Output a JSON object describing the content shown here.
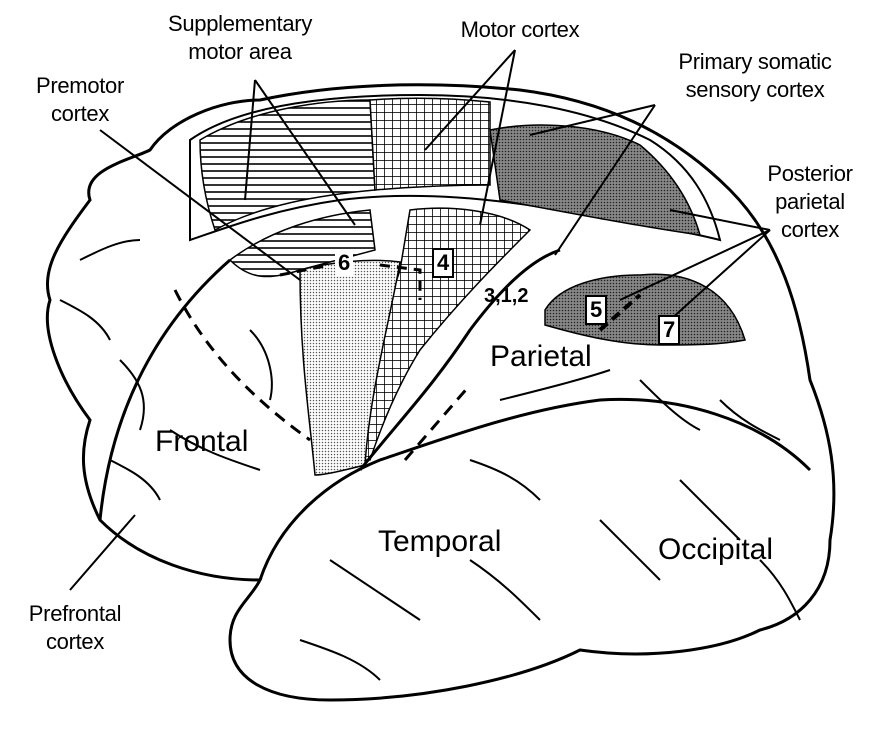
{
  "labels": {
    "supplementary_motor_area": [
      "Supplementary",
      "motor area"
    ],
    "motor_cortex": "Motor cortex",
    "primary_somatic_sensory_cortex": [
      "Primary somatic",
      "sensory cortex"
    ],
    "premotor_cortex": [
      "Premotor",
      "cortex"
    ],
    "posterior_parietal_cortex": [
      "Posterior",
      "parietal",
      "cortex"
    ],
    "prefrontal_cortex": [
      "Prefrontal",
      "cortex"
    ]
  },
  "regions": {
    "frontal": "Frontal",
    "parietal": "Parietal",
    "temporal": "Temporal",
    "occipital": "Occipital"
  },
  "areas": {
    "area_6": "6",
    "area_4": "4",
    "area_312": "3,1,2",
    "area_5": "5",
    "area_7": "7"
  }
}
